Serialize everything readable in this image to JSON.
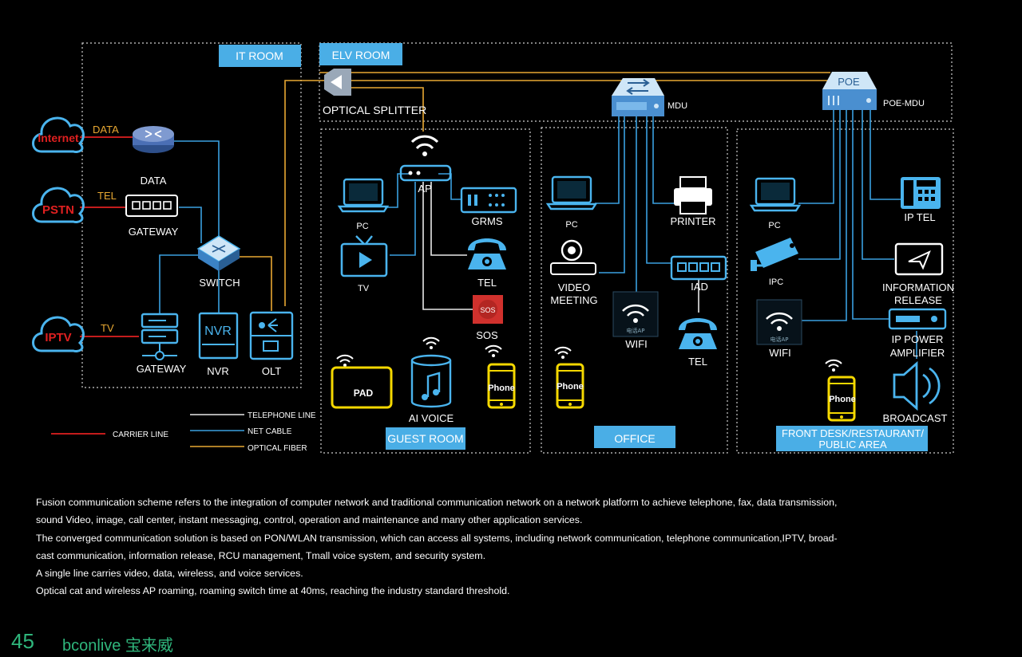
{
  "areas": {
    "it_room": "IT ROOM",
    "elv_room": "ELV ROOM",
    "guest_room": "GUEST ROOM",
    "office": "OFFICE",
    "front_desk_line1": "FRONT DESK/RESTAURANT/",
    "front_desk_line2": "PUBLIC AREA"
  },
  "clouds": {
    "internet": "Internet",
    "pstn": "PSTN",
    "iptv": "IPTV"
  },
  "carrier_links": {
    "data": "DATA",
    "tel": "TEL",
    "tv": "TV"
  },
  "it_devices": {
    "data": "DATA",
    "gateway_top": "GATEWAY",
    "switch": "SWITCH",
    "gateway_bottom": "GATEWAY",
    "nvr": "NVR",
    "nvr_screen": "NVR",
    "olt": "OLT"
  },
  "elv": {
    "optical_splitter": "OPTICAL SPLITTER",
    "mdu": "MDU",
    "poe_mdu": "POE-MDU",
    "poe_badge": "POE"
  },
  "guest": {
    "ap": "AP",
    "pc": "PC",
    "grms": "GRMS",
    "tv": "TV",
    "tel": "TEL",
    "sos": "SOS",
    "sos_badge": "SOS",
    "pad": "PAD",
    "ai_voice": "AI  VOICE",
    "phone": "Phone"
  },
  "office": {
    "pc": "PC",
    "printer": "PRINTER",
    "video_meeting_1": "VIDEO",
    "video_meeting_2": "MEETING",
    "iad": "IAD",
    "wifi": "WIFI",
    "wifi_ap_text": "电话AP",
    "tel": "TEL",
    "phone": "Phone"
  },
  "front": {
    "pc": "PC",
    "ip_tel": "IP TEL",
    "ipc": "IPC",
    "info_release_1": "INFORMATION",
    "info_release_2": "RELEASE",
    "wifi": "WIFI",
    "wifi_ap_text": "电话AP",
    "ip_power_1": "IP POWER",
    "ip_power_2": "AMPLIFIER",
    "phone": "Phone",
    "broadcast": "BROADCAST"
  },
  "legend": {
    "carrier_line": "CARRIER LINE",
    "telephone_line": "TELEPHONE LINE",
    "net_cable": "NET CABLE",
    "optical_fiber": "OPTICAL FIBER"
  },
  "colors": {
    "carrier": "#e02020",
    "telephone": "#e8e8e8",
    "net_cable": "#3aa0e0",
    "fiber": "#e8a832",
    "icon": "#4ab4ee",
    "tag_bg": "#4aaee6",
    "brand": "#2fb67c",
    "device_yellow": "#f5d800"
  },
  "description": [
    "Fusion communication scheme refers to the integration of computer network and traditional communication network on a network platform to achieve telephone, fax, data transmission,",
    "sound Video, image, call center, instant messaging, control, operation and maintenance and many other application services.",
    "The converged communication solution is based on PON/WLAN transmission, which can access all systems, including network communication, telephone communication,IPTV, broad-",
    "cast communication, information release, RCU management, Tmall voice system, and security system.",
    "A single line carries video, data, wireless, and voice services.",
    "Optical cat and wireless AP roaming, roaming switch time at 40ms, reaching the industry standard threshold."
  ],
  "footer": {
    "page_number": "45",
    "brand": "bconlive 宝来威"
  }
}
